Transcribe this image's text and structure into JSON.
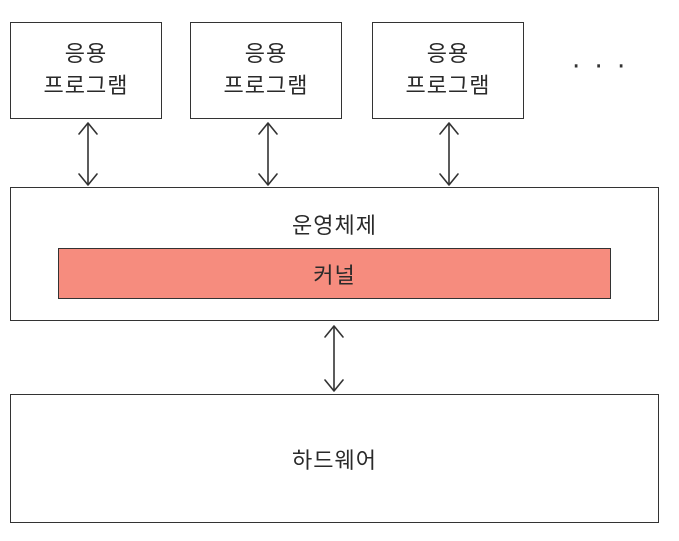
{
  "applications": [
    {
      "line1": "응용",
      "line2": "프로그램"
    },
    {
      "line1": "응용",
      "line2": "프로그램"
    },
    {
      "line1": "응용",
      "line2": "프로그램"
    }
  ],
  "more_indicator": "· · ·",
  "operating_system": {
    "label": "운영체제",
    "kernel": {
      "label": "커널",
      "color": "#f68c7e"
    }
  },
  "hardware": {
    "label": "하드웨어"
  },
  "colors": {
    "stroke": "#333333",
    "kernel_fill": "#f68c7e",
    "background": "#ffffff"
  }
}
